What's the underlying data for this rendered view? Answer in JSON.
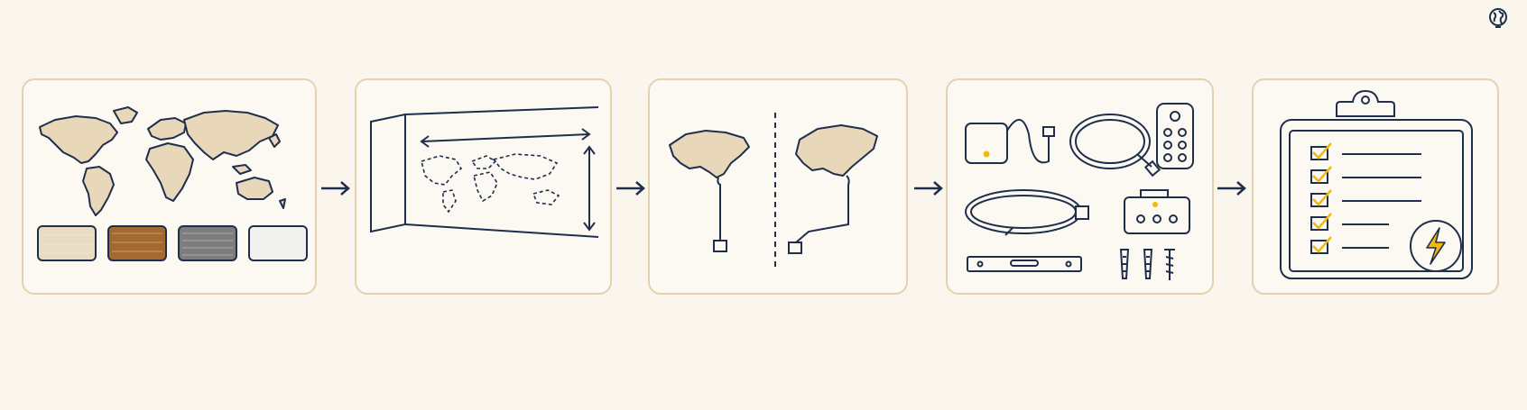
{
  "colors": {
    "background": "#faf6ee",
    "card_fill": "#fcf9f3",
    "card_border": "#e2d3ae",
    "ink": "#1f2f4b",
    "map_fill": "#e8d8b9",
    "wood_light": "#e9dcc2",
    "wood_walnut": "#a3692f",
    "wood_grey": "#7d7d7d",
    "white_panel": "#f1f1ef",
    "accent_yellow": "#f2b90c"
  },
  "steps": [
    {
      "id": "choose-map-and-finish",
      "icon": "world-map-icon",
      "swatches": [
        "light-wood",
        "walnut-wood",
        "grey-wood",
        "white"
      ]
    },
    {
      "id": "measure-wall",
      "icon": "wall-measure-icon"
    },
    {
      "id": "map-cable-routing",
      "icon": "cable-routing-icon"
    },
    {
      "id": "lighting-hardware",
      "icon": "hardware-kit-icon"
    },
    {
      "id": "installation-checklist",
      "icon": "clipboard-checklist-icon",
      "checklist_items": 5
    }
  ],
  "connectors": [
    "arrow-right-icon",
    "arrow-right-icon",
    "arrow-right-icon",
    "arrow-right-icon"
  ]
}
